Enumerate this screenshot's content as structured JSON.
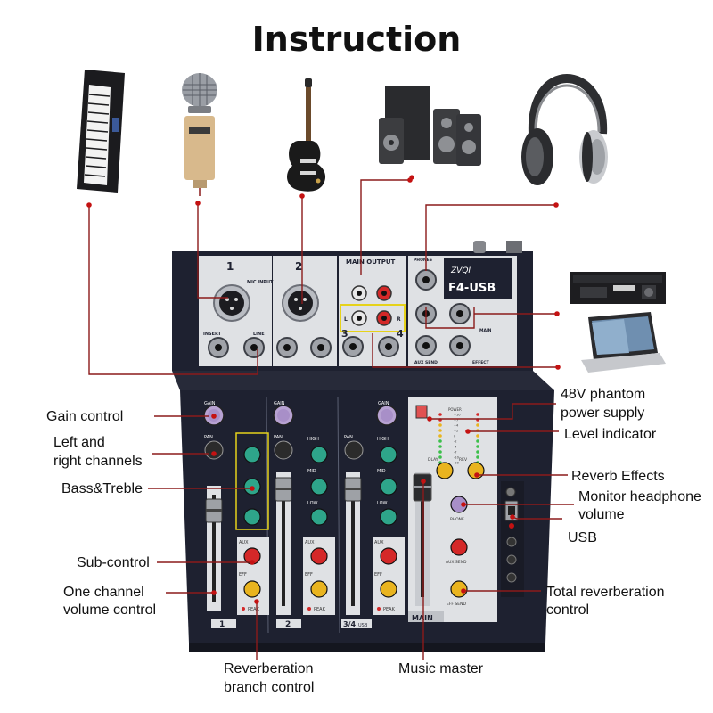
{
  "title": "Instruction",
  "panel": {
    "channel_1": "1",
    "channel_2": "2",
    "mic_input": "MIC INPUT",
    "insert": "INSERT",
    "line": "LINE",
    "main_output": "MAIN OUTPUT",
    "brand": "ZVQI",
    "model": "F4-USB",
    "stereo_3": "3",
    "stereo_4": "4",
    "left": "L",
    "right": "R",
    "aux_send": "AUX SEND",
    "effect": "EFFECT",
    "main": "MAIN",
    "phones": "PHONES",
    "gain": "GAIN",
    "pan": "PAN",
    "high": "HIGH",
    "mid": "MID",
    "low": "LOW",
    "aux": "AUX",
    "eff": "EFF",
    "peak": "PEAK",
    "power": "POWER",
    "delay": "DLAY",
    "rev": "REV",
    "phone": "PHONE",
    "aux_send_knob": "AUX SEND",
    "eff_send": "EFF SEND",
    "strip_1": "1",
    "strip_2": "2",
    "strip_34": "3/4",
    "usb_tag": "USB",
    "main_strip": "MAIN",
    "meter_levels": [
      "+10",
      "+7",
      "+4",
      "+2",
      "0",
      "-2",
      "-4",
      "-7",
      "-10",
      "-20"
    ]
  },
  "labels": {
    "gain_control": "Gain control",
    "left_right_1": "Left and",
    "left_right_2": "right channels",
    "bass_treble": "Bass&Treble",
    "sub_control": "Sub-control",
    "one_channel_1": "One channel",
    "one_channel_2": "volume control",
    "reverb_branch_1": "Reverberation",
    "reverb_branch_2": "branch control",
    "music_master": "Music master",
    "phantom_1": "48V phantom",
    "phantom_2": "power supply",
    "level_indicator": "Level indicator",
    "reverb_effects": "Reverb Effects",
    "monitor_1": "Monitor headphone",
    "monitor_2": "volume",
    "usb": "USB",
    "total_reverb_1": "Total reverberation",
    "total_reverb_2": "control"
  },
  "colors": {
    "callout": "#8b1a1a",
    "panel_dark": "#1e2130",
    "panel_light": "#dfe1e4",
    "knob_purple": "#a88fc8",
    "knob_teal": "#2ea58a",
    "knob_red": "#d42828",
    "knob_yellow": "#e9b41f"
  },
  "icons": [
    "keyboard-icon",
    "microphone-icon",
    "guitar-icon",
    "speakers-icon",
    "headphones-icon",
    "amplifier-icon",
    "laptop-icon"
  ]
}
